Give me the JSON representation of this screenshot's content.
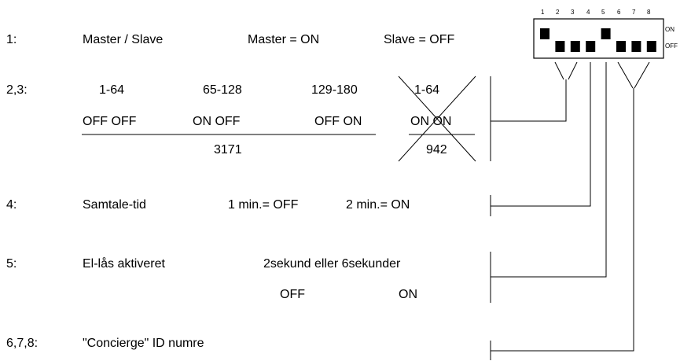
{
  "rows": {
    "r1": {
      "num": "1:",
      "name": "Master / Slave",
      "a": "Master = ON",
      "b": "Slave = OFF"
    },
    "r23": {
      "num": "2,3:",
      "ranges": [
        "1-64",
        "65-128",
        "129-180",
        "1-64"
      ],
      "settings": [
        "OFF OFF",
        "ON OFF",
        "OFF ON",
        "ON ON"
      ],
      "codes": [
        "3171",
        "942"
      ]
    },
    "r4": {
      "num": "4:",
      "name": "Samtale-tid",
      "a": "1 min.= OFF",
      "b": "2 min.= ON"
    },
    "r5": {
      "num": "5:",
      "name": "El-lås aktiveret",
      "desc": "2sekund eller 6sekunder",
      "off": "OFF",
      "on": "ON"
    },
    "r678": {
      "num": "6,7,8:",
      "name": "\"Concierge\"  ID numre"
    }
  },
  "dip": {
    "numbers": [
      "1",
      "2",
      "3",
      "4",
      "5",
      "6",
      "7",
      "8"
    ],
    "on": "ON",
    "off": "OFF",
    "positions": [
      "ON",
      "OFF",
      "OFF",
      "OFF",
      "ON",
      "OFF",
      "OFF",
      "OFF"
    ]
  }
}
